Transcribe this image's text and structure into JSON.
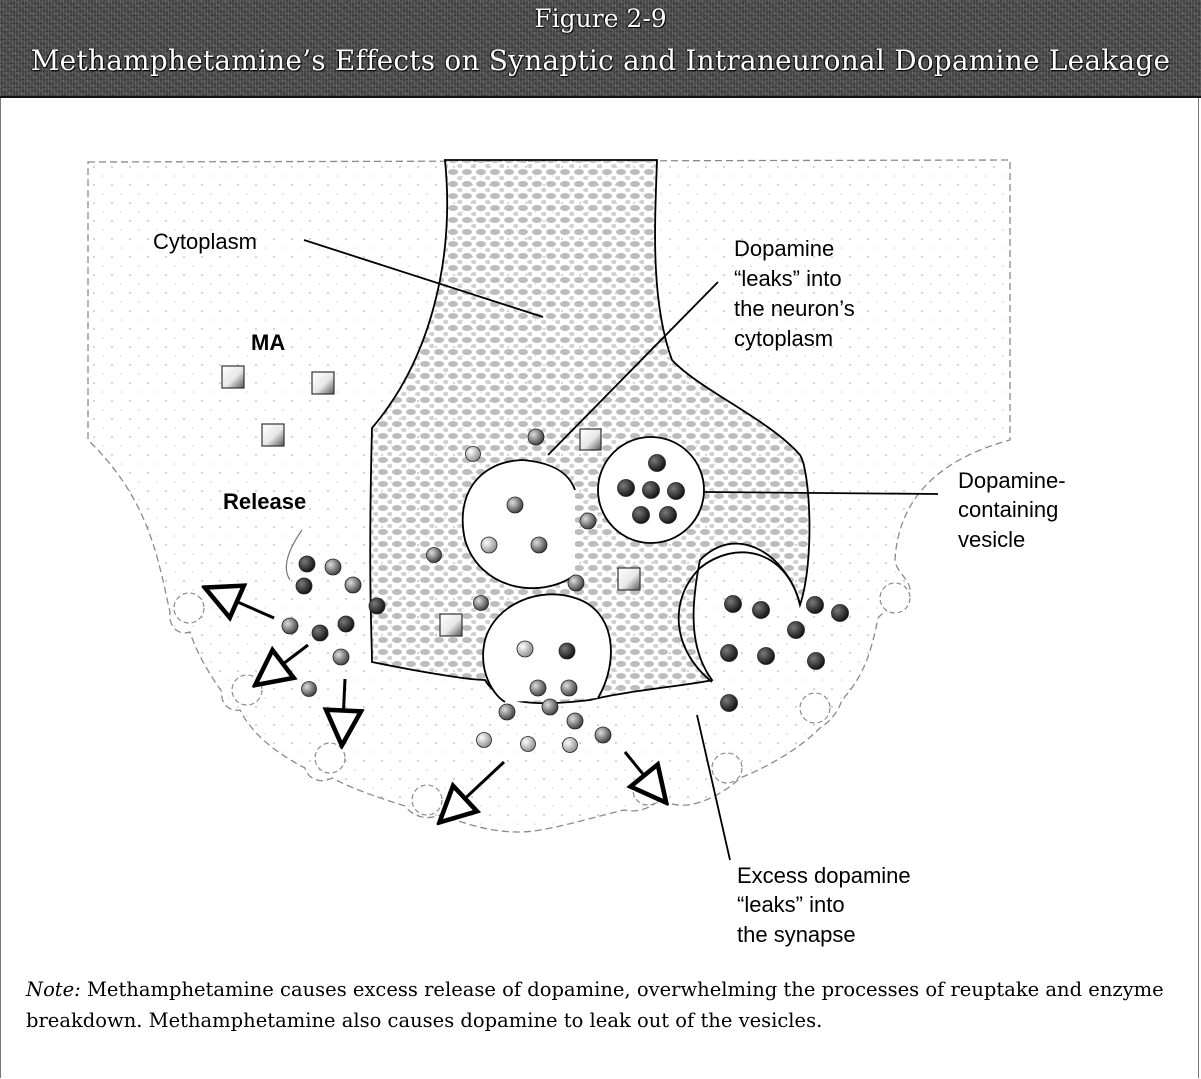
{
  "figure": {
    "number": "Figure 2-9",
    "title": "Methamphetamine’s Effects on Synaptic and Intraneuronal Dopamine Leakage"
  },
  "labels": {
    "cytoplasm": "Cytoplasm",
    "ma": "MA",
    "release": "Release",
    "dopamine_leaks_neuron": [
      "Dopamine",
      "“leaks” into",
      "the neuron’s",
      "cytoplasm"
    ],
    "vesicle": [
      "Dopamine-",
      "containing",
      "vesicle"
    ],
    "excess_dopamine": [
      "Excess dopamine",
      "“leaks” into",
      "the synapse"
    ]
  },
  "note": {
    "label": "Note:",
    "text": " Methamphetamine causes excess release of dopamine, overwhelming the processes of reuptake and enzyme breakdown.  Methamphetamine also causes dopamine to leak out of the vesicles."
  }
}
